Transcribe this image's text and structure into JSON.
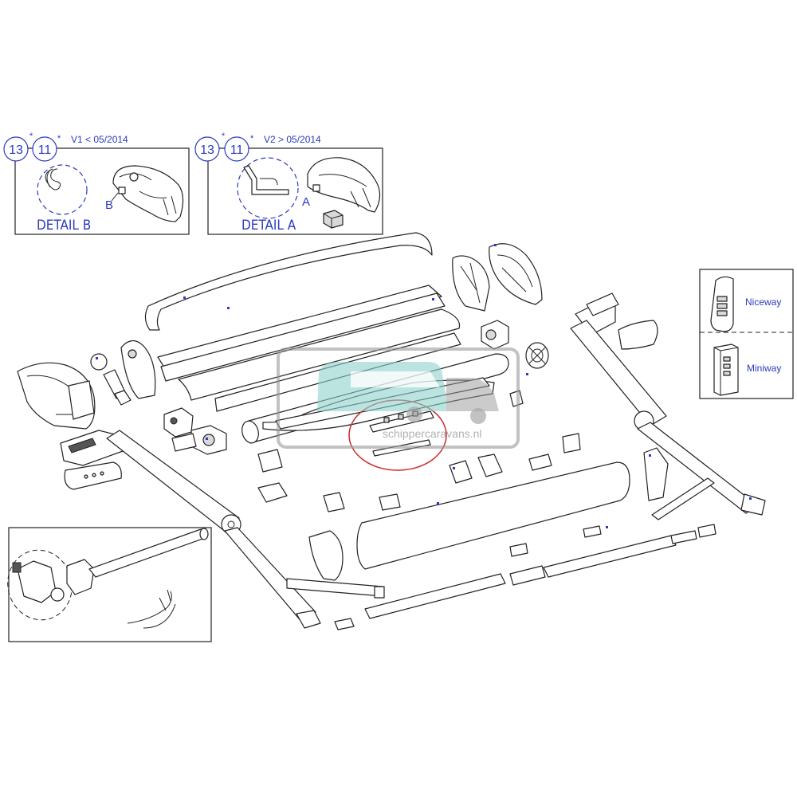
{
  "variant_v1": {
    "num_a": "13",
    "num_b": "11",
    "asterisk": "*",
    "label": "V1 < 05/2014",
    "detail_text": "DETAIL B",
    "letter": "B"
  },
  "variant_v2": {
    "num_a": "13",
    "num_b": "11",
    "asterisk": "*",
    "label": "V2 > 05/2014",
    "detail_text": "DETAIL A",
    "letter": "A"
  },
  "remotes": [
    {
      "label": "Niceway"
    },
    {
      "label": "Miniway"
    }
  ],
  "watermark": {
    "text": "schippercaravans.nl"
  },
  "colors": {
    "label_blue": "#2b3bbf",
    "highlight_red": "#cc2a2a",
    "watermark_teal": "#8fd3cc",
    "watermark_grey": "#9a9a9a"
  }
}
